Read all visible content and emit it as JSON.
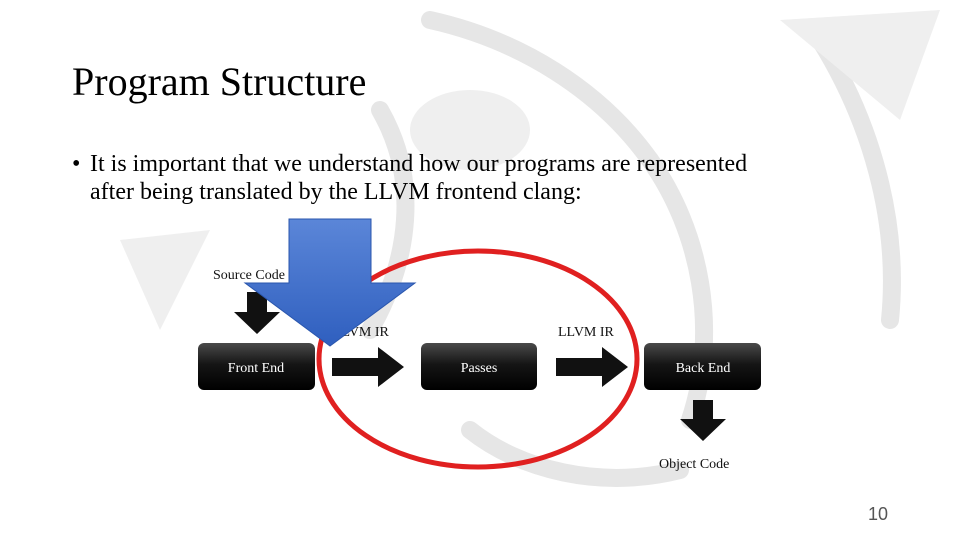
{
  "slide": {
    "title": "Program Structure",
    "bullet_marker": "•",
    "bullet_lines": [
      "It is important that we understand how our programs are represented",
      "after being translated by the LLVM frontend clang:"
    ],
    "page_number": "10"
  },
  "diagram": {
    "source_label": "Source Code",
    "stages": [
      "Front End",
      "Passes",
      "Back End"
    ],
    "ir_labels": [
      "LLVM IR",
      "LLVM IR"
    ],
    "output_label": "Object Code"
  },
  "colors": {
    "highlight_circle": "#e02020",
    "pointer_arrow": "#3b6fcf",
    "stage_box": "#0d0d0d",
    "flow_arrow": "#111111"
  }
}
